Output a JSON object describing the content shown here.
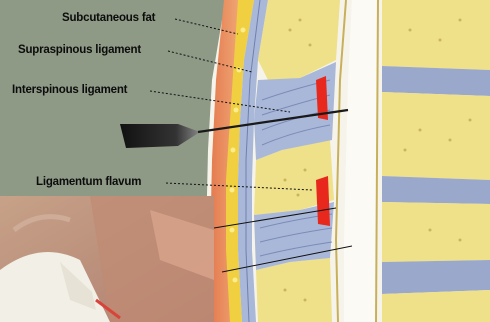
{
  "labels": {
    "subcutaneous_fat": "Subcutaneous fat",
    "supraspinous_ligament": "Supraspinous ligament",
    "interspinous_ligament": "Interspinous ligament",
    "ligamentum_flavum": "Ligamentum flavum"
  },
  "colors": {
    "background": "#8e9a86",
    "skin": "#e8a070",
    "fat": "#f0d040",
    "ligament": "#a9b8d8",
    "bone": "#efe08a",
    "disc": "#9aa8cc",
    "ligamentum_flavum": "#e8281c"
  },
  "icons": {
    "needle": "spinal-needle-icon",
    "photo": "gloved-hand-injection-photo"
  }
}
